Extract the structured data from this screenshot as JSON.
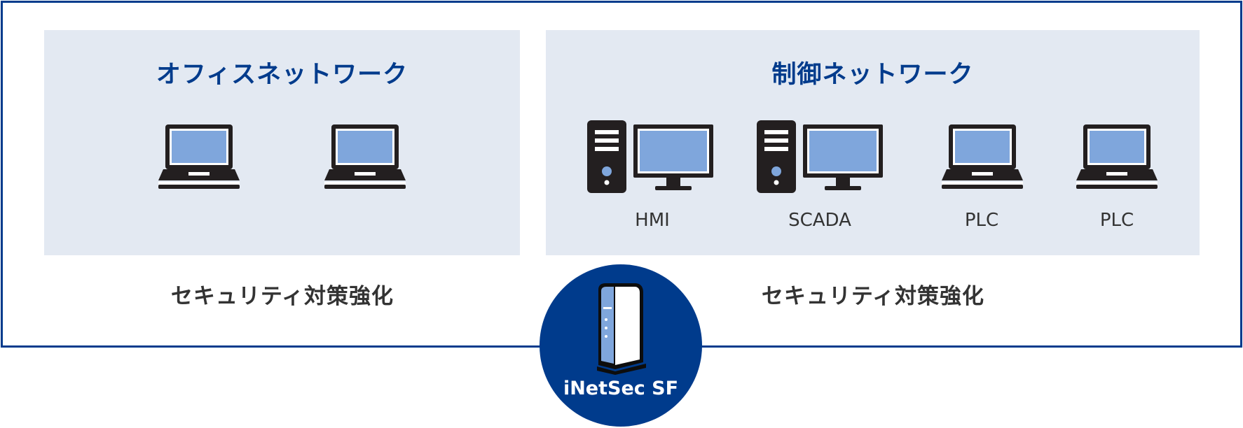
{
  "office": {
    "title": "オフィスネットワーク",
    "caption": "セキュリティ対策強化",
    "devices": [
      {
        "type": "laptop-icon"
      },
      {
        "type": "laptop-icon"
      }
    ]
  },
  "control": {
    "title": "制御ネットワーク",
    "caption": "セキュリティ対策強化",
    "devices": [
      {
        "type": "desktop-icon",
        "label": "HMI"
      },
      {
        "type": "desktop-icon",
        "label": "SCADA"
      },
      {
        "type": "laptop-icon",
        "label": "PLC"
      },
      {
        "type": "laptop-icon",
        "label": "PLC"
      }
    ]
  },
  "product": {
    "name": "iNetSec SF",
    "icon": "network-appliance-icon"
  },
  "colors": {
    "brand": "#003b8c",
    "zone_bg": "#e3e9f2",
    "screen": "#7fa6dc",
    "device_body": "#231f20"
  }
}
